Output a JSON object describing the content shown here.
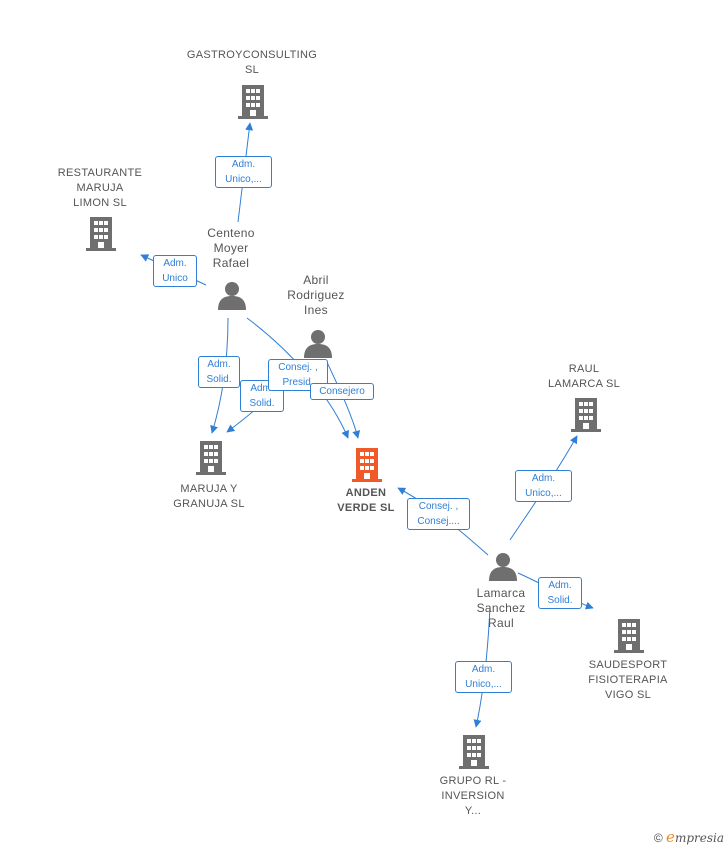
{
  "colors": {
    "edge": "#2f7fd6",
    "company": "#6f6f6f",
    "focus": "#f05a28",
    "person": "#6f6f6f"
  },
  "nodes": {
    "gastroyconsulting": {
      "label": "GASTROYCONSULTING\nSL",
      "kind": "company",
      "icon": "building-icon"
    },
    "restaurante": {
      "label": "RESTAURANTE\nMARUJA\nLIMON SL",
      "kind": "company",
      "icon": "building-icon"
    },
    "centeno": {
      "label": "Centeno\nMoyer\nRafael",
      "kind": "person",
      "icon": "person-icon"
    },
    "abril": {
      "label": "Abril\nRodriguez\nInes",
      "kind": "person",
      "icon": "person-icon"
    },
    "maruja_granuja": {
      "label": "MARUJA Y\nGRANUJA  SL",
      "kind": "company",
      "icon": "building-icon"
    },
    "anden": {
      "label": "ANDEN\nVERDE  SL",
      "kind": "focus",
      "icon": "building-icon"
    },
    "raul_lamarca": {
      "label": "RAUL\nLAMARCA  SL",
      "kind": "company",
      "icon": "building-icon"
    },
    "lamarca": {
      "label": "Lamarca\nSanchez\nRaul",
      "kind": "person",
      "icon": "person-icon"
    },
    "saudesport": {
      "label": "SAUDESPORT\nFISIOTERAPIA\nVIGO  SL",
      "kind": "company",
      "icon": "building-icon"
    },
    "grupo_rl": {
      "label": "GRUPO RL -\nINVERSION\nY...",
      "kind": "company",
      "icon": "building-icon"
    }
  },
  "edge_labels": {
    "centeno_gastro": "Adm.\nUnico,...",
    "centeno_restaurante": "Adm.\nUnico",
    "centeno_maruja": "Adm.\nSolid.",
    "abril_maruja": "Adm.\nSolid.",
    "centeno_anden": "Consej. ,\nPresid.",
    "abril_anden": "Consejero",
    "lamarca_anden": "Consej. ,\nConsej....",
    "lamarca_raul": "Adm.\nUnico,...",
    "lamarca_saudesport": "Adm.\nSolid.",
    "lamarca_grupo": "Adm.\nUnico,..."
  },
  "footer": {
    "copyright": "©",
    "brand_initial": "e",
    "brand_rest": "mpresia"
  }
}
